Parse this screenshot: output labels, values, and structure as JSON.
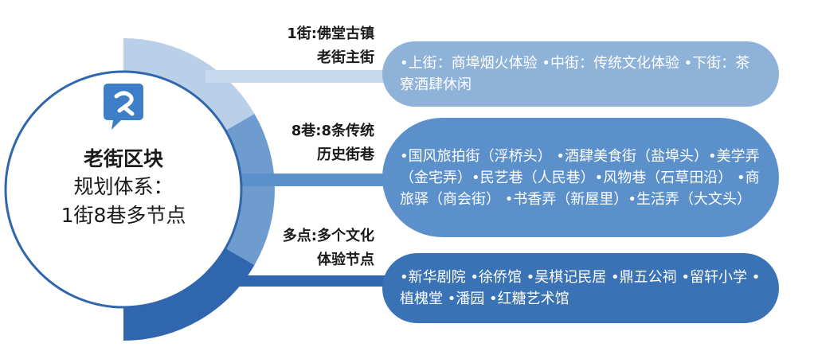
{
  "center": {
    "title": "老街区块",
    "line2": "规划体系：",
    "line3": "1街8巷多节点",
    "badge_icon": "hook-badge-icon"
  },
  "branches": [
    {
      "label_line1": "1街:佛堂古镇",
      "label_line2": "老街主街",
      "content": "•上街：商埠烟火体验  •中街：传统文化体验  •下街：茶寮酒肆休闲",
      "color": "#8fb2d8"
    },
    {
      "label_line1": "8巷:8条传统",
      "label_line2": "历史街巷",
      "content": "•国风旅拍街（浮桥头）  •酒肆美食街（盐埠头）•美学弄（金宅弄）•民艺巷（人民巷）•风物巷（石草田沿）  •商旅驿（商会街）  •书香弄（新屋里）•生活弄（大文头）",
      "color": "#5c90cb"
    },
    {
      "label_line1": "多点:多个文化",
      "label_line2": "体验节点",
      "content": "•新华剧院  •徐侨馆  •吴棋记民居  •鼎五公祠  •留轩小学  •植槐堂  •潘园  •红糖艺术馆",
      "color": "#3a72b6"
    }
  ],
  "colors": {
    "ring_band_1": "#b9d0e8",
    "ring_band_2": "#6f9ccf",
    "ring_band_3": "#2f66ad",
    "connector_1": "#c7d9ee",
    "connector_2": "#5c90cb",
    "connector_3": "#2f66ad",
    "badge": "#3d7ec7",
    "circle_border": "#2f66ad"
  }
}
